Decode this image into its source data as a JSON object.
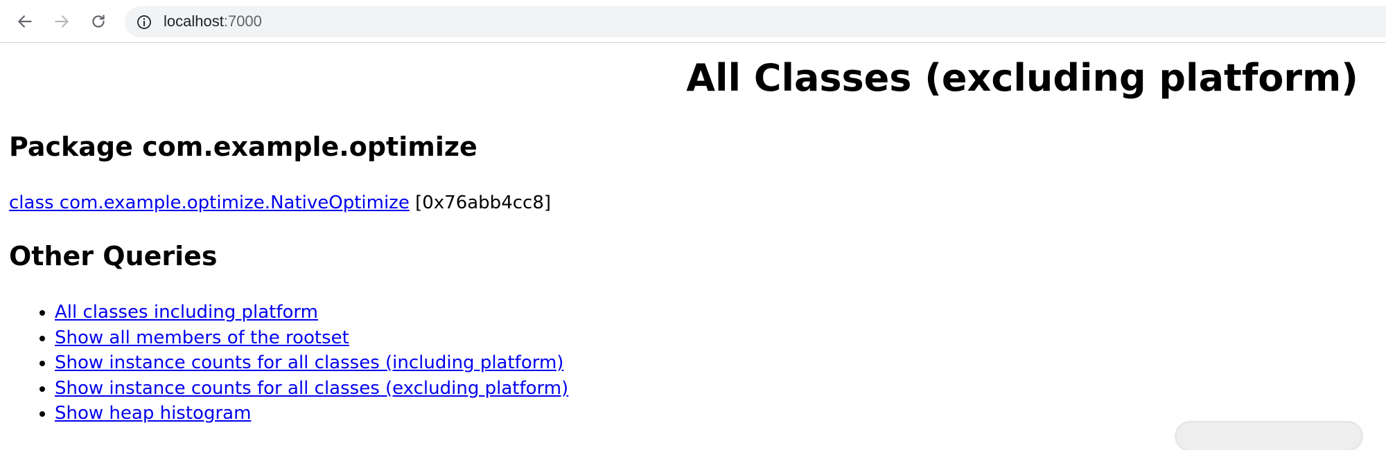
{
  "browser": {
    "url_host": "localhost",
    "url_port": ":7000"
  },
  "page": {
    "title": "All Classes (excluding platform)",
    "package_heading": "Package com.example.optimize",
    "class_link": "class com.example.optimize.NativeOptimize",
    "class_address": " [0x76abb4cc8]",
    "other_queries_heading": "Other Queries",
    "queries": [
      "All classes including platform",
      "Show all members of the rootset",
      "Show instance counts for all classes (including platform)",
      "Show instance counts for all classes (excluding platform)",
      "Show heap histogram"
    ]
  },
  "colors": {
    "link": "#0000ee",
    "omnibox_bg": "#f1f3f4"
  },
  "icons": {
    "back": "arrow-left-icon",
    "forward": "arrow-right-icon",
    "reload": "reload-icon",
    "site_info": "info-icon"
  }
}
